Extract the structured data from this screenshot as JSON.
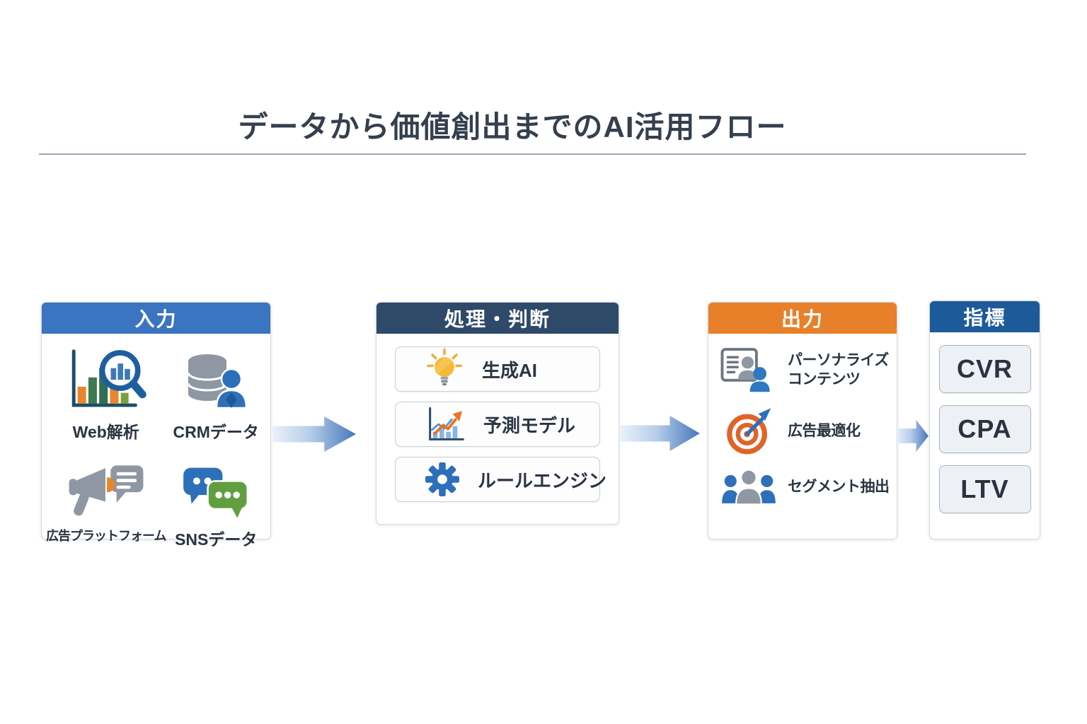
{
  "title": "データから価値創出までのAI活用フロー",
  "columns": [
    {
      "header": "入力",
      "header_color": "#3b74c1",
      "items": [
        {
          "label": "Web解析",
          "icon": "web-analytics-icon"
        },
        {
          "label": "CRMデータ",
          "icon": "crm-database-icon"
        },
        {
          "label": "広告プラットフォーム",
          "icon": "ad-platform-icon"
        },
        {
          "label": "SNSデータ",
          "icon": "sns-chat-icon"
        }
      ]
    },
    {
      "header": "処理・判断",
      "header_color": "#2e4a68",
      "items": [
        {
          "label": "生成AI",
          "icon": "lightbulb-icon"
        },
        {
          "label": "予測モデル",
          "icon": "trend-chart-icon"
        },
        {
          "label": "ルールエンジン",
          "icon": "gear-icon"
        }
      ]
    },
    {
      "header": "出力",
      "header_color": "#e8802a",
      "items": [
        {
          "label": "パーソナライズコンテンツ",
          "icon": "personalized-content-icon"
        },
        {
          "label": "広告最適化",
          "icon": "target-dart-icon"
        },
        {
          "label": "セグメント抽出",
          "icon": "people-group-icon"
        }
      ]
    },
    {
      "header": "指標",
      "header_color": "#1d5a99",
      "items": [
        {
          "label": "CVR"
        },
        {
          "label": "CPA"
        },
        {
          "label": "LTV"
        }
      ]
    }
  ],
  "colors": {
    "title_text": "#353f4e",
    "label_text": "#2a3442",
    "panel_border": "#d4d9e0",
    "metric_box_bg": "#edf1f5",
    "arrow_gradient_start": "#eaf1f9",
    "arrow_gradient_end": "#4577ba",
    "icon_blue": "#2e6fba",
    "icon_gray": "#8e97a3",
    "icon_orange": "#e8822a",
    "icon_green": "#609e3f"
  }
}
